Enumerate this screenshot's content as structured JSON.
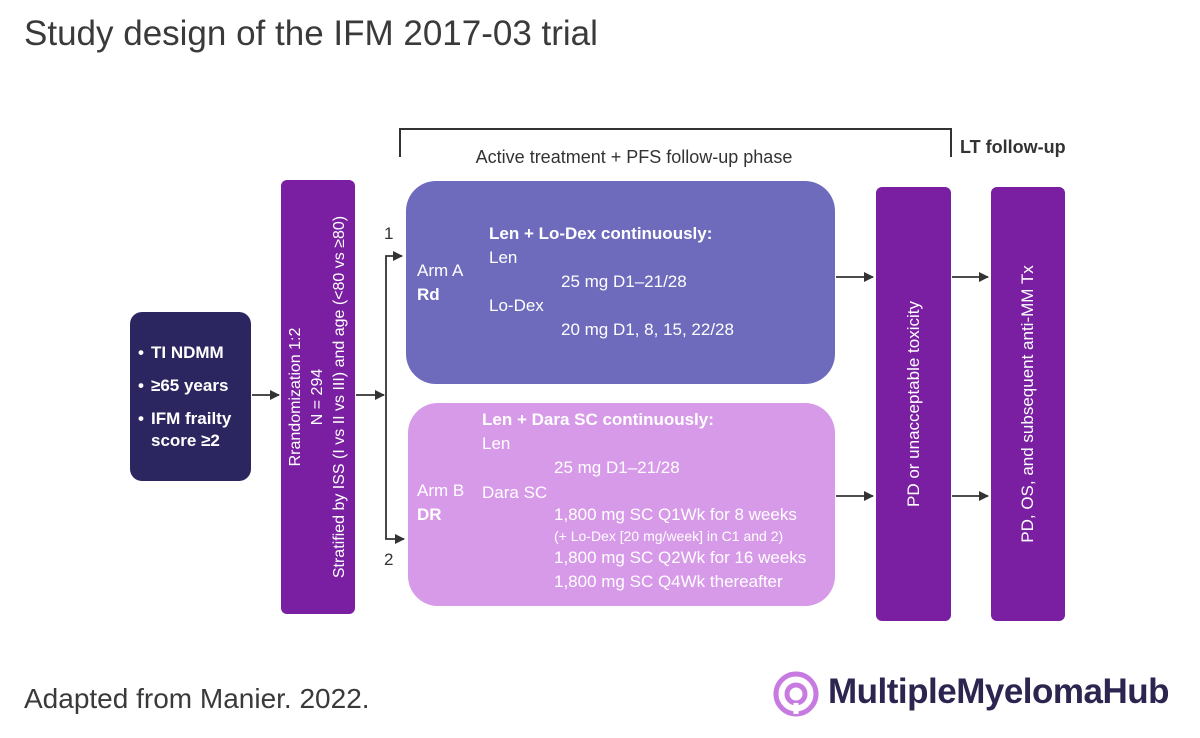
{
  "title": "Study design of the IFM 2017-03 trial",
  "phase_label": "Active treatment + PFS follow-up phase",
  "lt_label": "LT follow-up",
  "patients": {
    "items": [
      "TI NDMM",
      "≥65 years",
      "IFM frailty score ≥2"
    ]
  },
  "randomization": {
    "line1": "Rrandomization 1:2",
    "line2": "N = 294",
    "line3": "Stratified by ISS (I vs II vs III) and age (<80 vs ≥80)"
  },
  "arm_numbers": [
    "1",
    "2"
  ],
  "arm_a": {
    "arm": "Arm A",
    "code": "Rd",
    "heading": "Len + Lo-Dex continuously:",
    "drug1": "Len",
    "dose1": "25 mg D1–21/28",
    "drug2": "Lo-Dex",
    "dose2": "20 mg D1, 8, 15, 22/28"
  },
  "arm_b": {
    "arm": "Arm B",
    "code": "DR",
    "heading": "Len + Dara SC continuously:",
    "drug1": "Len",
    "dose1": "25 mg D1–21/28",
    "drug2": "Dara SC",
    "dose2a": "1,800 mg SC Q1Wk for 8 weeks",
    "dose2a_note": "(+ Lo-Dex [20 mg/week] in C1 and 2)",
    "dose2b": "1,800 mg SC Q2Wk for 16 weeks",
    "dose2c": "1,800 mg SC Q4Wk thereafter"
  },
  "pd_bar": "PD or unacceptable toxicity",
  "lt_bar": "PD, OS, and subsequent anti-MM Tx",
  "footer": "Adapted from Manier. 2022.",
  "logo": {
    "text": "MultipleMyelomaHub",
    "icon": "hub-spiral-icon"
  },
  "colors": {
    "patient_box": "#2c2660",
    "bars": "#7a1fa2",
    "arm_a": "#6e6bbd",
    "arm_b": "#d79ae8",
    "logo_icon": "#c77be0",
    "logo_text": "#2b2550"
  }
}
